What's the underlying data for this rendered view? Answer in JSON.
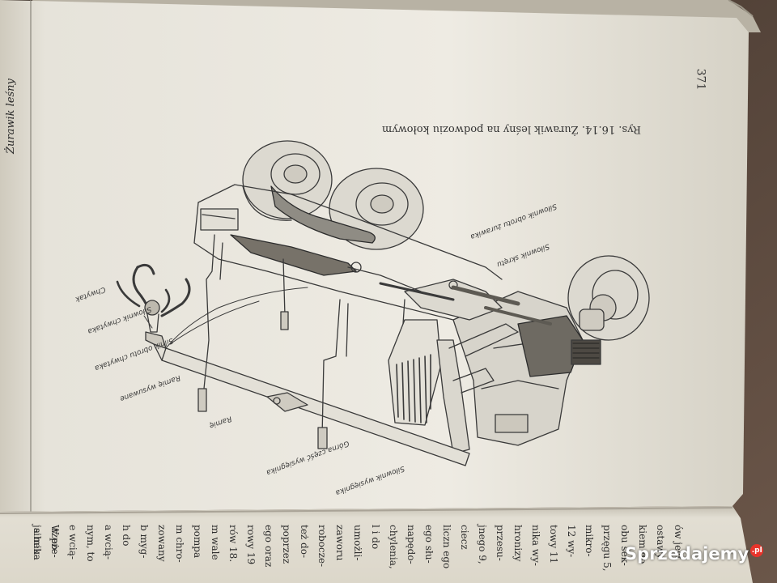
{
  "page": {
    "header_running": "Żurawik leśny",
    "page_number": "371",
    "figure_caption": "Rys. 16.14. Żurawik leśny na podwoziu kołowym"
  },
  "figure_labels": {
    "silownik_skretu": "Siłownik skrętu",
    "silownik_obrotu_zurawika": "Siłownik obrotu żurawika",
    "chwytak": "Chwytak",
    "silownik_chwytaka": "Siłownik chwytaka",
    "silnik_obrotu_chwytaka": "Silnik obrotu chwytaka",
    "ramie_wysuwane": "Ramię wysuwane",
    "ramie": "Ramię",
    "gorna_czesc_wysiegnika": "Górna część wysięgnika",
    "silownik_wysiegnika": "Siłownik wysięgnika"
  },
  "bottom_page_fragments": [
    "ja neu-",
    "W po-",
    "e wcią-",
    "nym, to",
    "a wcią-",
    "h do",
    "b myg-",
    "zowany",
    "m chro-",
    "pompa",
    "m wale",
    "rów 18.",
    "rowy 19",
    "ego oraz",
    "poprzez",
    "też do-",
    "robocze-",
    "zaworu",
    "umożli-",
    "l i do",
    "chylenia,",
    "napędo-",
    "ego słu-",
    "liczn ego",
    "ciecz",
    "jnego 9,",
    "przesu-",
    "hronizy",
    "nika wy-",
    "towy 11",
    "12 wy-",
    "mikro-",
    "przęgu 5,",
    "obu sek-",
    "kiem do",
    "ostawy",
    "ów jest",
    "silnika",
    "rzeże-"
  ],
  "watermark": {
    "text": "Sprzedajemy",
    "suffix": ".pl"
  },
  "colors": {
    "page_paper": "#ece9df",
    "page_shadow": "#c9c4b6",
    "background_table": "#5a4a40",
    "ink": "#333333"
  }
}
